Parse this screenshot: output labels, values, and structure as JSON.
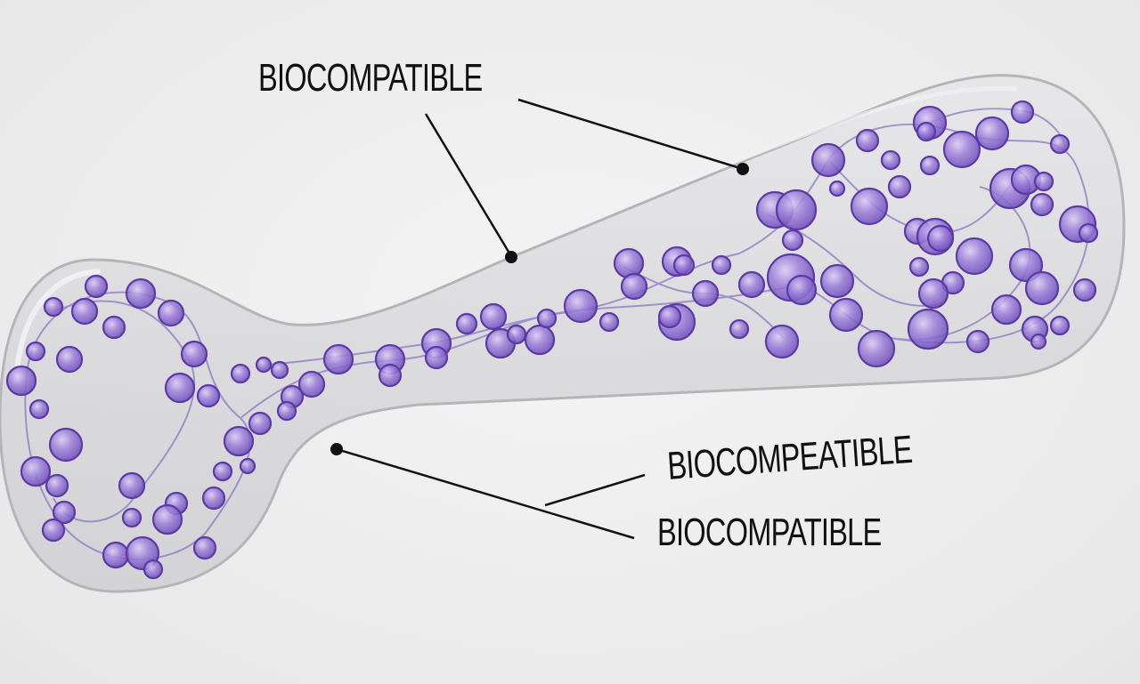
{
  "labels": {
    "top": "BIOCOMPATIBLE",
    "middle": "BIOCOMPEATIBLE",
    "bottom": "BIOCOMPATIBLE"
  },
  "colors": {
    "background": "#ededed",
    "capsule_fill": "#d9d9dc",
    "capsule_edge": "#b7b7bc",
    "particle_fill": "#8f6fd0",
    "particle_edge": "#5b3aa6",
    "filament": "#8a78c2",
    "leader_line": "#111111"
  }
}
